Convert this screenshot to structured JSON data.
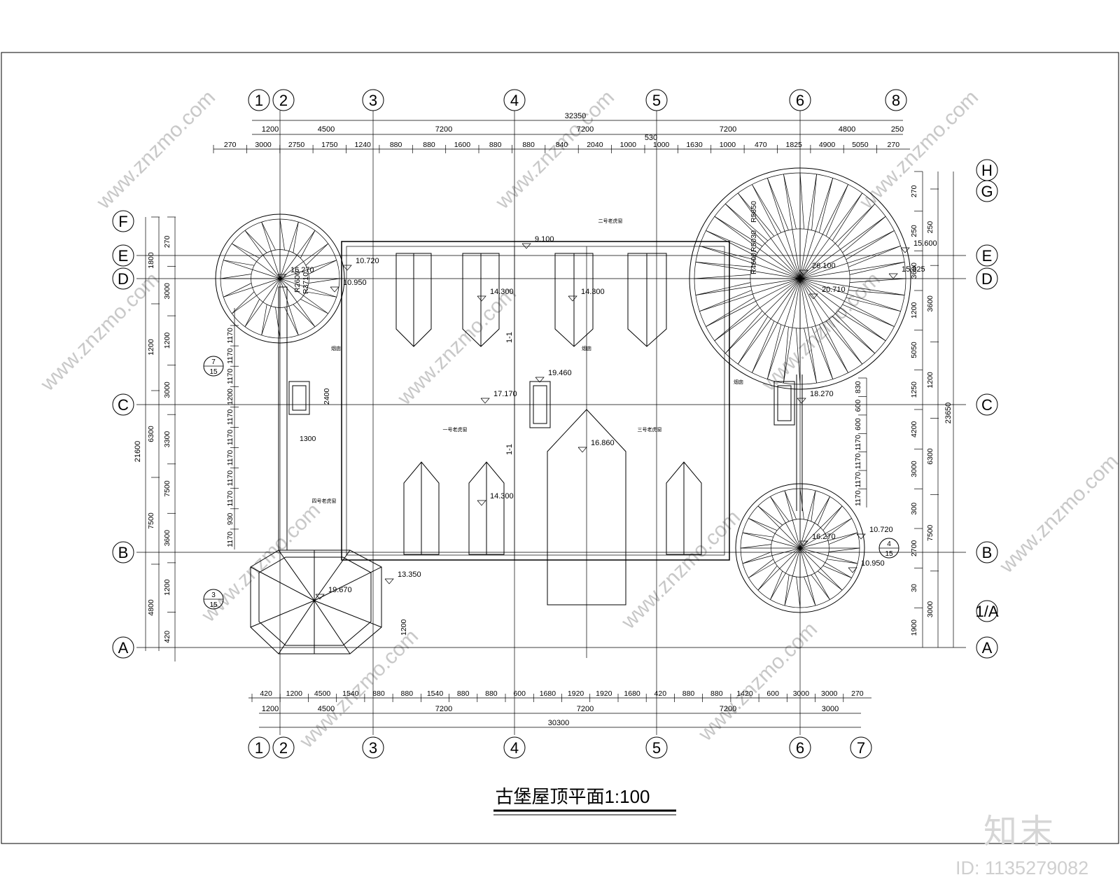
{
  "title": "古堡屋顶平面1:100",
  "brand": "知末",
  "image_id": "ID: 1135279082",
  "watermark": "www.znzmo.com",
  "top_axes": [
    "1",
    "2",
    "3",
    "4",
    "5",
    "6",
    "8"
  ],
  "bottom_axes": [
    "1",
    "2",
    "3",
    "4",
    "5",
    "6",
    "7"
  ],
  "left_axes": [
    "F",
    "E",
    "D",
    "C",
    "B",
    "A"
  ],
  "right_axes": [
    "H",
    "G",
    "E",
    "D",
    "C",
    "B",
    "1/A",
    "A"
  ],
  "top_total": "32350",
  "top_row1": [
    "1200",
    "4500",
    "7200",
    "7200",
    "7200",
    "4800",
    "250"
  ],
  "top_row1_extra": "530",
  "top_row2": [
    "270",
    "3000",
    "2750",
    "1750",
    "1240",
    "880",
    "880",
    "1600",
    "880",
    "880",
    "840",
    "2040",
    "1000",
    "1000",
    "1630",
    "1000",
    "470",
    "1825",
    "4900",
    "5050",
    "270"
  ],
  "bottom_row1": [
    "420",
    "1200",
    "4500",
    "1540",
    "880",
    "880",
    "1540",
    "880",
    "880",
    "600",
    "1680",
    "1920",
    "1920",
    "1680",
    "420",
    "880",
    "880",
    "1420",
    "600",
    "3000",
    "3000",
    "270"
  ],
  "bottom_row2": [
    "1200",
    "4500",
    "7200",
    "7200",
    "7200",
    "3000"
  ],
  "bottom_total": "30300",
  "left_total": "21600",
  "left_col1": [
    "1800",
    "1200",
    "6300",
    "7500",
    "4800"
  ],
  "left_col2": [
    "270",
    "3000",
    "1200",
    "3000",
    "3300",
    "7500",
    "3600",
    "1200",
    "420"
  ],
  "left_inner": [
    "1170",
    "1170",
    "1170",
    "1200",
    "1170",
    "1170",
    "1170",
    "1170",
    "1170",
    "930",
    "1170"
  ],
  "right_total": "23650",
  "right_col1": [
    "270",
    "250",
    "3600",
    "1200",
    "5050",
    "1250",
    "4200",
    "3000",
    "300",
    "2700",
    "30",
    "1900"
  ],
  "right_col2": [
    "250",
    "3600",
    "1200",
    "6300",
    "7500",
    "3000"
  ],
  "right_inner": [
    "830",
    "600",
    "600",
    "1170",
    "1170",
    "1170",
    "1170"
  ],
  "elevations": [
    "9.100",
    "14.300",
    "14.300",
    "14.300",
    "19.460",
    "17.170",
    "16.860",
    "18.270",
    "13.350",
    "19.670",
    "16.270",
    "10.720",
    "10.950",
    "26.100",
    "15.600",
    "15.825",
    "20.710",
    "16.270",
    "10.720",
    "10.950"
  ],
  "dims_misc": [
    "2400",
    "1300",
    "1200",
    "R5650",
    "R5030",
    "R4600",
    "R2600",
    "R3710"
  ],
  "notes": [
    "二号老虎窗",
    "一号老虎窗",
    "三号老虎窗",
    "四号老虎窗",
    "烟囱",
    "烟囱",
    "烟囱"
  ],
  "section_marks": [
    "1-1",
    "1-1"
  ],
  "detail_refs": [
    {
      "num": "7",
      "sheet": "15"
    },
    {
      "num": "3",
      "sheet": "15"
    },
    {
      "num": "4",
      "sheet": "15"
    }
  ]
}
